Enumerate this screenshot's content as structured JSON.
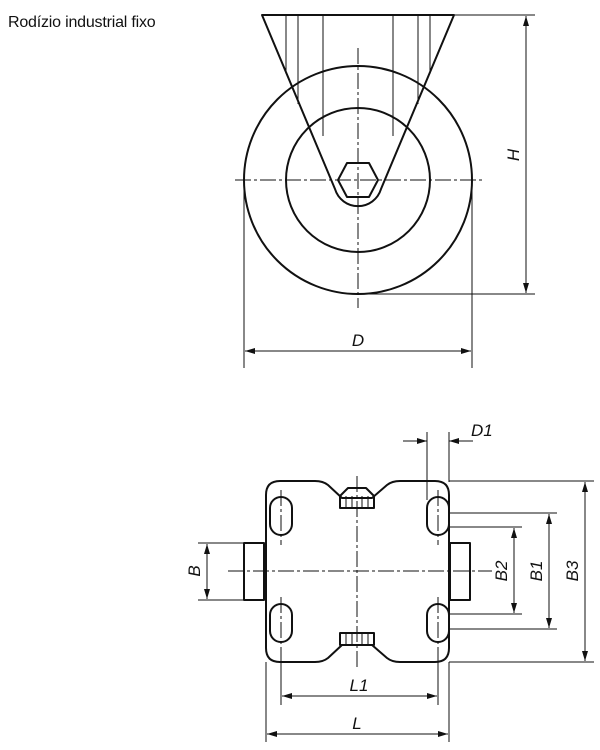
{
  "title": "Rodízio industrial fixo",
  "dimensions": {
    "D": "D",
    "H": "H",
    "D1": "D1",
    "B": "B",
    "B1": "B1",
    "B2": "B2",
    "B3": "B3",
    "L": "L",
    "L1": "L1"
  }
}
